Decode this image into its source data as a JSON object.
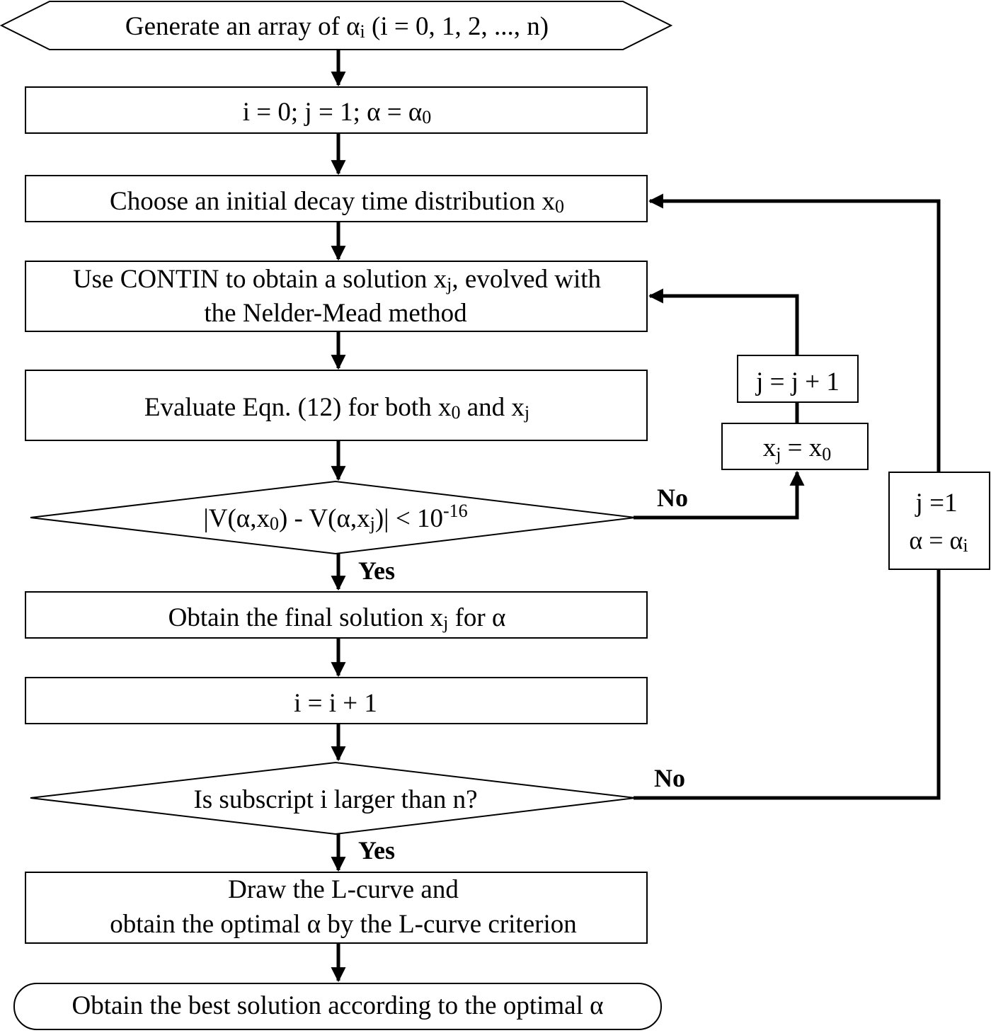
{
  "flowchart": {
    "start": {
      "prefix": "Generate an array of α",
      "prefix_sub": "i",
      "suffix": " (i = 0, 1, 2, ..., n)"
    },
    "init": {
      "text": "i = 0; j = 1; α = α",
      "text_sub": "0"
    },
    "choose": {
      "text": "Choose an initial decay time distribution x",
      "text_sub": "0"
    },
    "contin": {
      "line1_prefix": "Use CONTIN to obtain a solution x",
      "line1_sub": "j",
      "line1_suffix": ", evolved with",
      "line2": "the Nelder-Mead method"
    },
    "evaluate": {
      "prefix": "Evaluate Eqn. (12) for both x",
      "sub1": "0",
      "middle": " and x",
      "sub2": "j"
    },
    "decision1": {
      "p1": "|V(α,x",
      "s1": "0",
      "p2": ") - V(α,x",
      "s2": "j",
      "p3": ")| < 10",
      "sup": "-16"
    },
    "final": {
      "prefix": "Obtain the final solution x",
      "sub": "j",
      "suffix": " for α"
    },
    "increment": {
      "text": "i = i + 1"
    },
    "decision2": {
      "text": "Is subscript i larger than n?"
    },
    "lcurve": {
      "line1": "Draw the L-curve and",
      "line2": "obtain the optimal α by the L-curve criterion"
    },
    "end": {
      "text": "Obtain the best solution according to the optimal α"
    },
    "j_increment": {
      "text": "j = j + 1"
    },
    "xj_assign": {
      "p1": "x",
      "s1": "j",
      "p2": " = x",
      "s2": "0"
    },
    "reset_box": {
      "line1": "j =1",
      "line2": "α = α",
      "line2_sub": "i"
    },
    "labels": {
      "no1": "No",
      "yes1": "Yes",
      "no2": "No",
      "yes2": "Yes"
    }
  }
}
